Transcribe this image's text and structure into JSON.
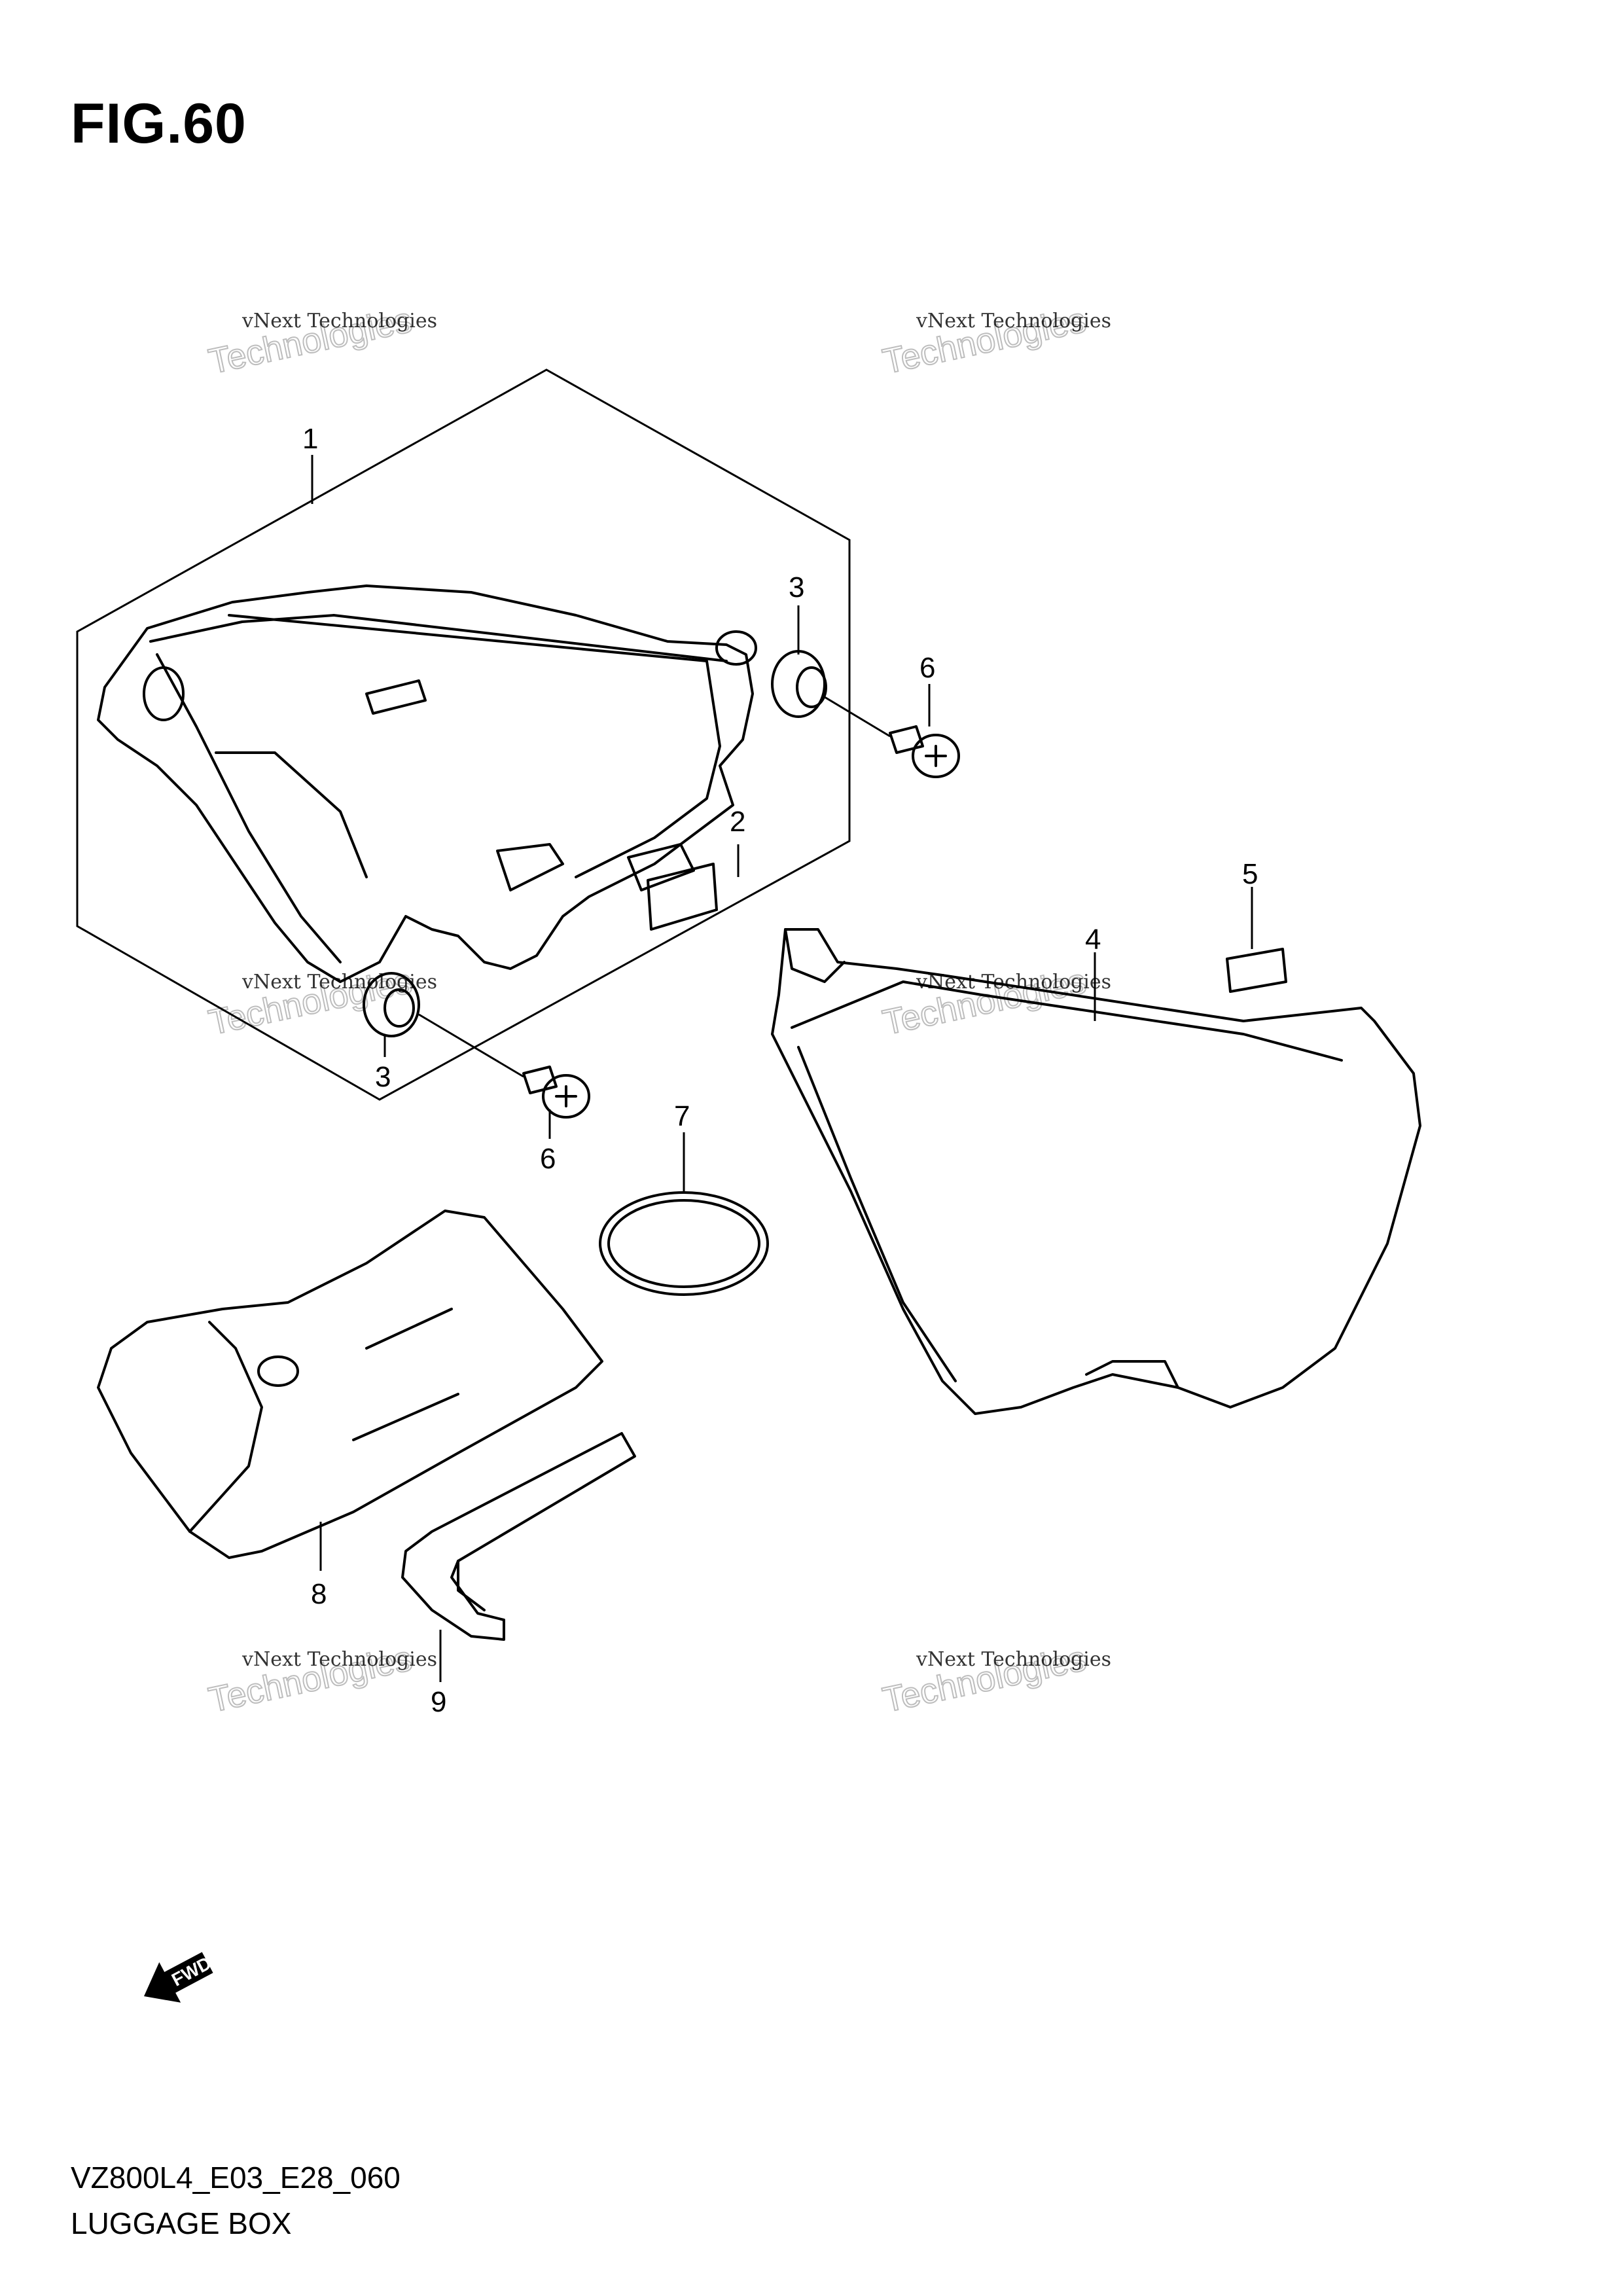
{
  "figure": {
    "title": "FIG.60",
    "code": "VZ800L4_E03_E28_060",
    "section": "LUGGAGE BOX"
  },
  "callouts": [
    "1",
    "2",
    "3",
    "3",
    "4",
    "5",
    "6",
    "6",
    "7",
    "8",
    "9"
  ],
  "watermark": {
    "line1": "vNext Technologies",
    "line2": "Technologies",
    "small": "vNext"
  },
  "fwd_arrow": {
    "label": "FWD"
  }
}
